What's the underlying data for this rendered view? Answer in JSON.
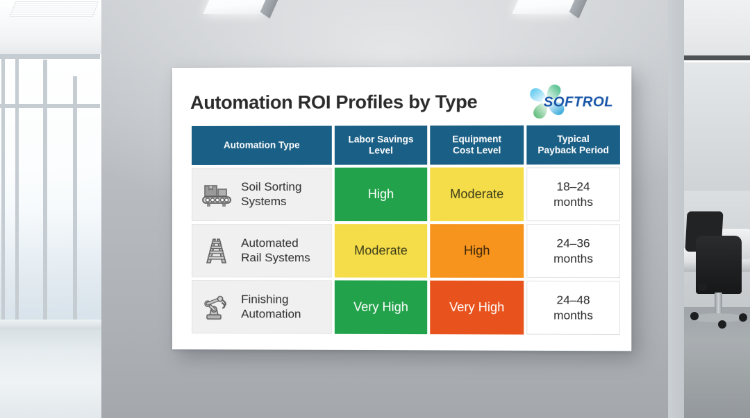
{
  "poster": {
    "title": "Automation ROI Profiles by Type",
    "logo": {
      "name": "softrol-logo",
      "text_main": "S",
      "text_rest": "OF",
      "text_t": "T",
      "text_tail": "ROL",
      "full_text": "SOFTROL",
      "accent_blue": "#1a56a8",
      "swirl_colors": [
        "#3fb3e3",
        "#2b9f8f",
        "#4cb56a",
        "#8fd4e8"
      ]
    },
    "colors": {
      "header_bg": "#1a5f85",
      "green": "#22a24a",
      "yellow": "#f5dd49",
      "orange": "#f7941e",
      "deep_orange": "#e8521c",
      "type_cell_bg": "#f0f0f0",
      "board_bg": "#ffffff"
    }
  },
  "table": {
    "headers": [
      "Automation Type",
      "Labor Savings Level",
      "Equipment Cost Level",
      "Typical Payback Period"
    ],
    "headers_lines": [
      [
        "Automation Type"
      ],
      [
        "Labor Savings",
        "Level"
      ],
      [
        "Equipment",
        "Cost Level"
      ],
      [
        "Typical",
        "Payback Period"
      ]
    ],
    "rows": [
      {
        "icon": "conveyor-belt-icon",
        "type_line1": "Soil Sorting",
        "type_line2": "Systems",
        "labor_savings": "High",
        "labor_color": "green",
        "equipment_cost": "Moderate",
        "equipment_color": "yellow",
        "payback_value": "18–24",
        "payback_unit": "months"
      },
      {
        "icon": "railway-track-icon",
        "type_line1": "Automated",
        "type_line2": "Rail Systems",
        "labor_savings": "Moderate",
        "labor_color": "yellow",
        "equipment_cost": "High",
        "equipment_color": "orange",
        "payback_value": "24–36",
        "payback_unit": "months"
      },
      {
        "icon": "robot-arm-icon",
        "type_line1": "Finishing",
        "type_line2": "Automation",
        "labor_savings": "Very High",
        "labor_color": "green",
        "equipment_cost": "Very High",
        "equipment_color": "deeporange",
        "payback_value": "24–48",
        "payback_unit": "months"
      }
    ]
  },
  "chart_data": {
    "type": "table",
    "title": "Automation ROI Profiles by Type",
    "columns": [
      "Automation Type",
      "Labor Savings Level",
      "Equipment Cost Level",
      "Typical Payback Period"
    ],
    "rows": [
      [
        "Soil Sorting Systems",
        "High",
        "Moderate",
        "18–24 months"
      ],
      [
        "Automated Rail Systems",
        "Moderate",
        "High",
        "24–36 months"
      ],
      [
        "Finishing Automation",
        "Very High",
        "Very High",
        "24–48 months"
      ]
    ],
    "cell_colors": [
      [
        null,
        "#22a24a",
        "#f5dd49",
        null
      ],
      [
        null,
        "#f5dd49",
        "#f7941e",
        null
      ],
      [
        null,
        "#22a24a",
        "#e8521c",
        null
      ]
    ],
    "legend": [
      "High = green",
      "Moderate = yellow",
      "Very High = deep orange/green"
    ]
  },
  "scene": {
    "description": "office-interior-with-wall-mounted-poster",
    "left": "floor-to-ceiling-windows",
    "right": "conference-room-with-chairs",
    "ceiling_lights": 2
  }
}
